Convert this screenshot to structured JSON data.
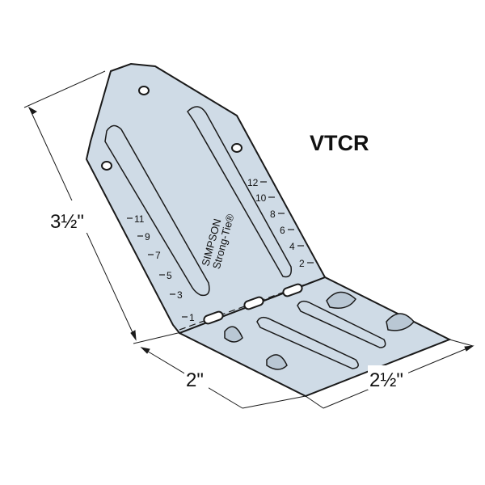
{
  "product": {
    "name": "VTCR",
    "brand_line1": "SIMPSON",
    "brand_line2": "Strong-Tie®"
  },
  "dimensions": {
    "height": "3½\"",
    "leg": "2\"",
    "width": "2½\""
  },
  "scale_left": [
    "1",
    "3",
    "5",
    "7",
    "9",
    "11"
  ],
  "scale_right": [
    "2",
    "4",
    "6",
    "8",
    "10",
    "12"
  ],
  "colors": {
    "steel": "#cfdbe6",
    "outline": "#1a1a1a"
  }
}
